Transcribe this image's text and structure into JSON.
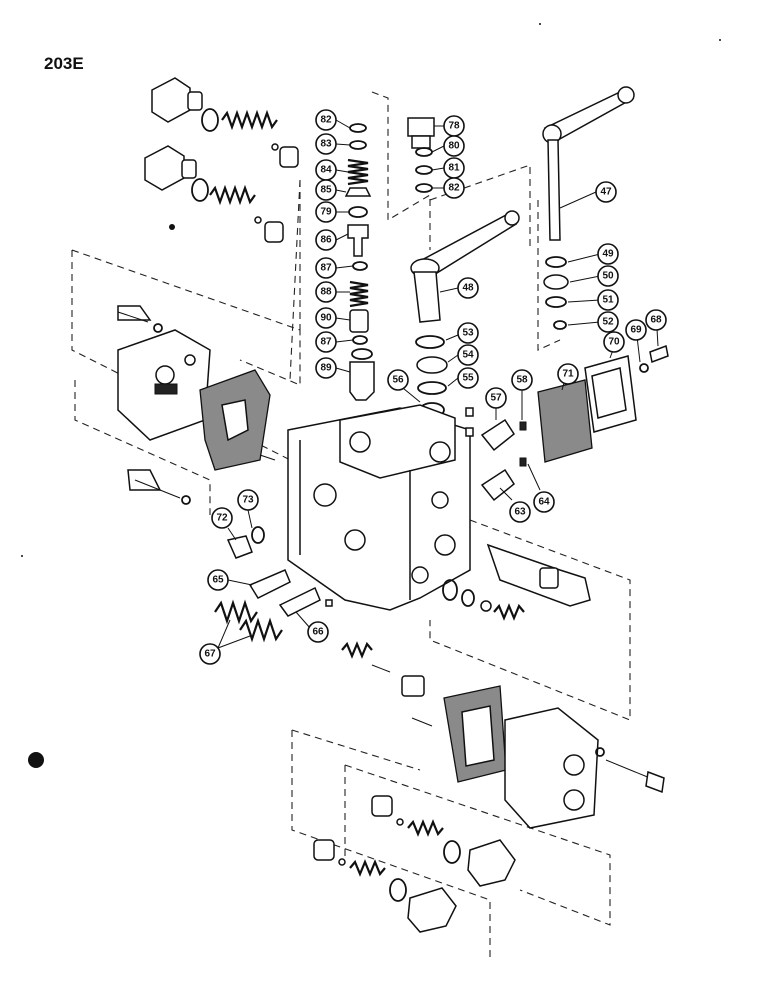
{
  "page": {
    "title": "203E"
  },
  "callouts": [
    "47",
    "48",
    "49",
    "50",
    "51",
    "52",
    "53",
    "54",
    "55",
    "56",
    "57",
    "58",
    "63",
    "64",
    "65",
    "66",
    "67",
    "68",
    "69",
    "70",
    "71",
    "72",
    "73",
    "78",
    "79",
    "80",
    "81",
    "82",
    "83",
    "84",
    "85",
    "86",
    "87",
    "88",
    "89",
    "90"
  ]
}
